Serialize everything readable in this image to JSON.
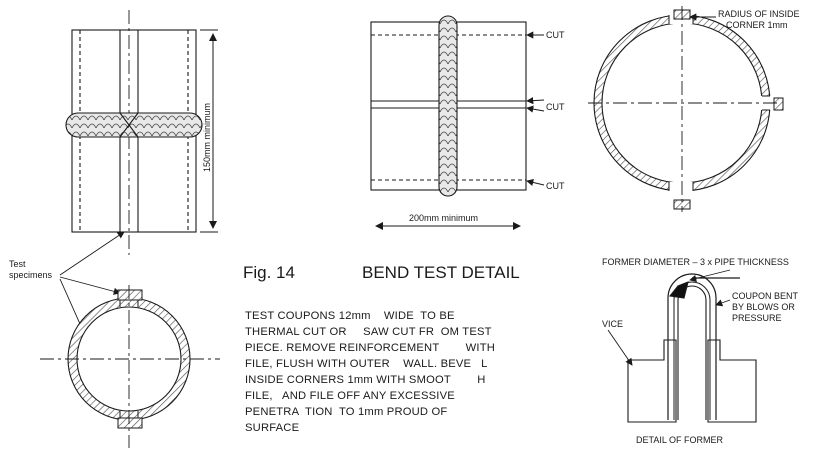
{
  "figure": {
    "fig_label": "Fig. 14",
    "title": "BEND TEST DETAIL"
  },
  "labels": {
    "dim_150": "150mm minimum",
    "dim_200": "200mm minimum",
    "test_specimens_1": "Test",
    "test_specimens_2": "specimens",
    "cut": "CUT",
    "radius_1": "RADIUS OF INSIDE",
    "radius_2": "CORNER 1mm",
    "former_diameter": "FORMER DIAMETER – 3 x PIPE THICKNESS",
    "coupon_1": "COUPON BENT",
    "coupon_2": "BY BLOWS OR",
    "coupon_3": "PRESSURE",
    "vice": "VICE",
    "detail_of_former": "DETAIL OF FORMER"
  },
  "paragraph": [
    "TEST COUPONS 12mm    WIDE  TO BE",
    "THERMAL CUT OR     SAW CUT FR  OM TEST",
    "PIECE. REMOVE REINFORCEMENT        WITH",
    "FILE, FLUSH WITH OUTER    WALL. BEVE   L",
    "INSIDE CORNERS 1mm WITH SMOOT        H",
    "FILE,   AND FILE OFF ANY EXCESSIVE",
    "PENETRA  TION  TO 1mm PROUD OF",
    "SURFACE"
  ],
  "colors": {
    "ink": "#1a1a1a",
    "hatch": "#666666",
    "weld_fill": "#d9d9d9"
  }
}
